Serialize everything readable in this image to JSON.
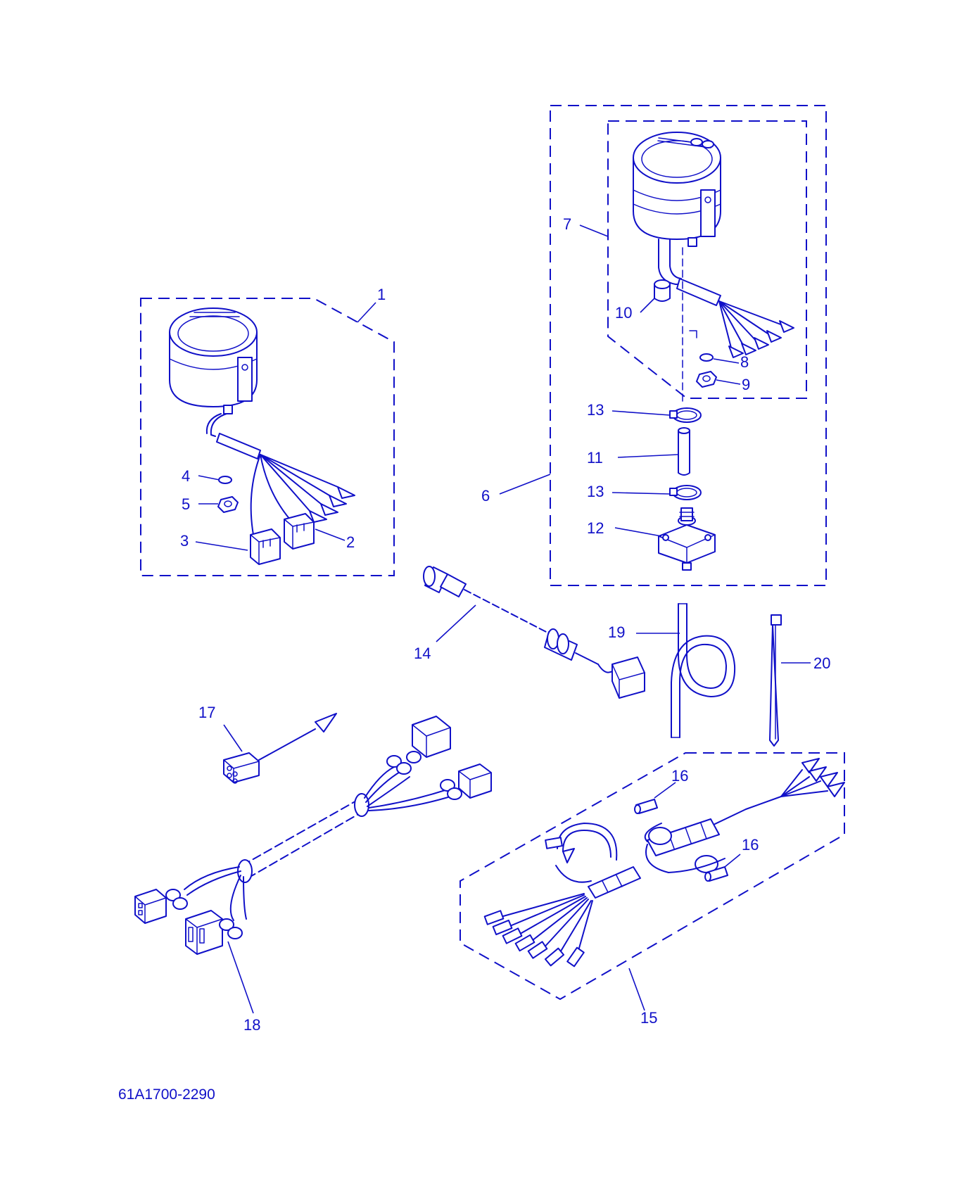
{
  "diagram_code": "61A1700-2290",
  "colors": {
    "line": "#1010c8",
    "background": "#ffffff"
  },
  "callouts": {
    "c1": "1",
    "c2": "2",
    "c3": "3",
    "c4": "4",
    "c5": "5",
    "c6": "6",
    "c7": "7",
    "c8": "8",
    "c9": "9",
    "c10": "10",
    "c11": "11",
    "c12": "12",
    "c13a": "13",
    "c13b": "13",
    "c14": "14",
    "c15": "15",
    "c16a": "16",
    "c16b": "16",
    "c17": "17",
    "c18": "18",
    "c19": "19",
    "c20": "20"
  }
}
